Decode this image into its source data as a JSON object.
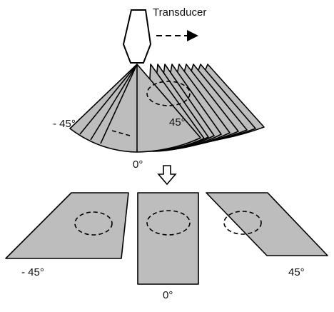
{
  "labels": {
    "transducer": "Transducer",
    "top_left_angle": "- 45°",
    "top_right_angle": "45°",
    "top_center_angle": "0°",
    "bottom_left_angle": "- 45°",
    "bottom_right_angle": "45°",
    "bottom_center_angle": "0°"
  },
  "colors": {
    "panel_fill": "#bdbdbd",
    "stroke": "#000000"
  },
  "icons": [
    "transducer-probe",
    "dashed-right-arrow",
    "hollow-down-arrow"
  ]
}
